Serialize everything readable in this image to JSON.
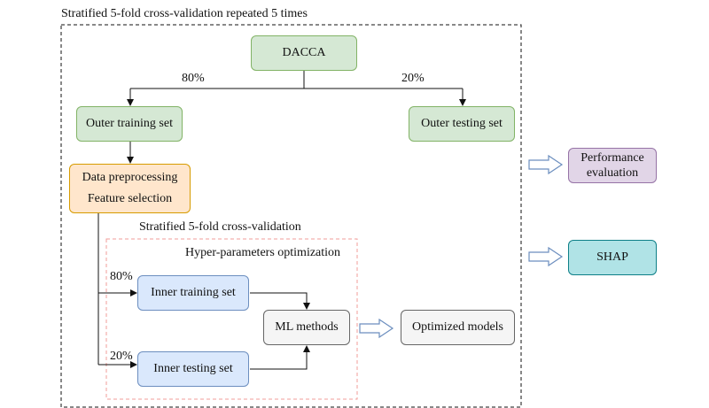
{
  "outer_frame": {
    "title": "Stratified 5-fold cross-validation repeated 5 times"
  },
  "inner_frame": {
    "title": "Stratified 5-fold cross-validation",
    "subtitle": "Hyper-parameters optimization"
  },
  "nodes": {
    "dacca": "DACCA",
    "outer_training": "Outer training set",
    "outer_testing": "Outer testing set",
    "preprocess_line1": "Data preprocessing",
    "preprocess_line2": "Feature selection",
    "inner_training": "Inner training set",
    "inner_testing": "Inner testing set",
    "ml_methods": "ML methods",
    "optimized_models": "Optimized models",
    "performance_line1": "Performance",
    "performance_line2": "evaluation",
    "shap": "SHAP"
  },
  "edge_labels": {
    "outer_train_pct": "80%",
    "outer_test_pct": "20%",
    "inner_train_pct": "80%",
    "inner_test_pct": "20%"
  },
  "colors": {
    "green_fill": "#d5e8d4",
    "green_stroke": "#82b366",
    "orange_fill": "#ffe6cc",
    "orange_stroke": "#d79b00",
    "blue_fill": "#dae8fc",
    "blue_stroke": "#6c8ebf",
    "grey_fill": "#f5f5f5",
    "grey_stroke": "#666666",
    "purple_fill": "#e1d5e7",
    "purple_stroke": "#9673a6",
    "teal_fill": "#b0e3e6",
    "teal_stroke": "#0e8088",
    "inner_frame_stroke": "#f19c99",
    "hollow_arrow_stroke": "#6c8ebf"
  }
}
